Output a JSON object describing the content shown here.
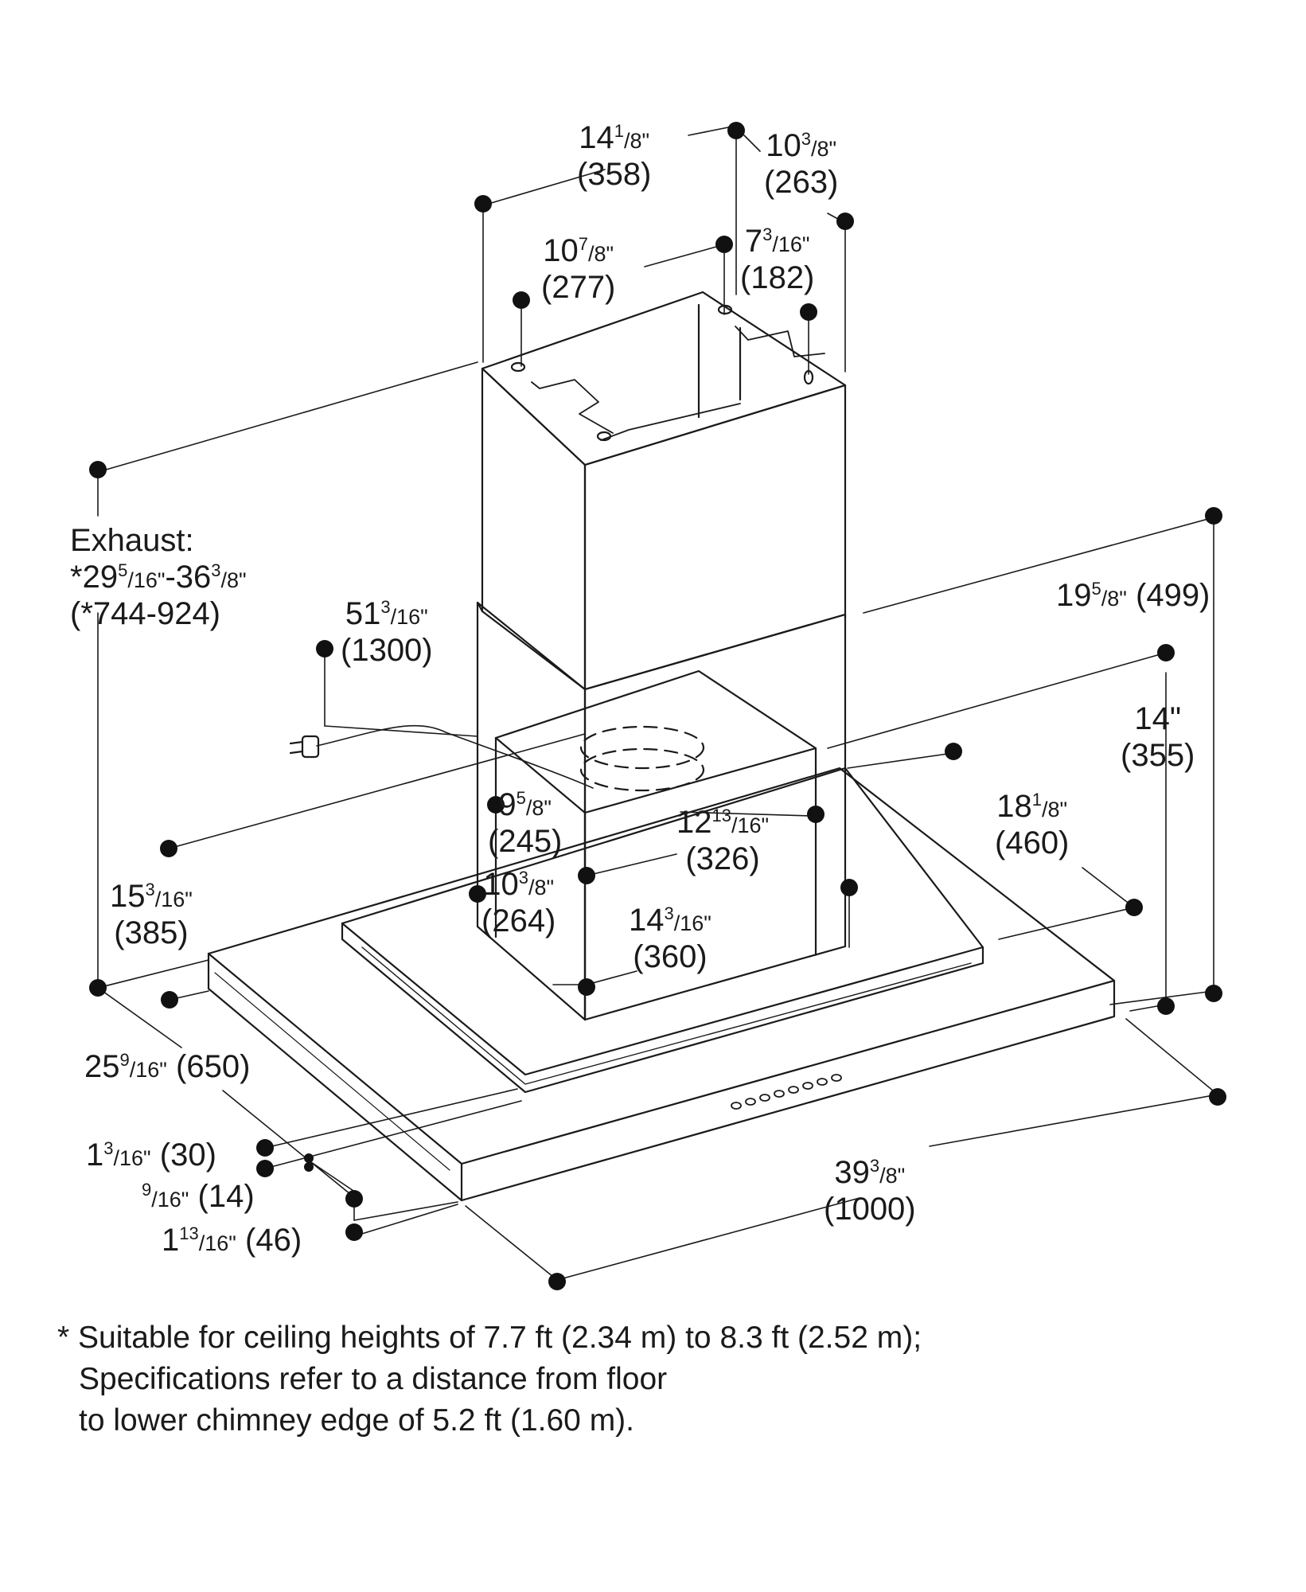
{
  "dimensions": {
    "chimney_width_top": {
      "imperial_whole": "14",
      "imperial_num": "1",
      "imperial_den": "8\"",
      "metric": "(358)"
    },
    "chimney_depth_top": {
      "imperial_whole": "10",
      "imperial_num": "3",
      "imperial_den": "8\"",
      "metric": "(263)"
    },
    "bracket_width": {
      "imperial_whole": "10",
      "imperial_num": "7",
      "imperial_den": "8\"",
      "metric": "(277)"
    },
    "bracket_depth": {
      "imperial_whole": "7",
      "imperial_num": "3",
      "imperial_den": "16\"",
      "metric": "(182)"
    },
    "exhaust_label": "Exhaust:",
    "exhaust_range": {
      "prefix": "*29",
      "num1": "5",
      "den1": "16\"",
      "mid": "-36",
      "num2": "3",
      "den2": "8\"",
      "metric": "(*744-924)"
    },
    "total_height": {
      "imperial_whole": "51",
      "imperial_num": "3",
      "imperial_den": "16\"",
      "metric": "(1300)"
    },
    "canopy_depth_total": {
      "imperial_whole": "19",
      "imperial_num": "5",
      "imperial_den": "8\"",
      "metric": "(499)"
    },
    "canopy_height": {
      "imperial": "14\"",
      "metric": "(355)"
    },
    "outlet_offset": {
      "imperial_whole": "9",
      "imperial_num": "5",
      "imperial_den": "8\"",
      "metric": "(245)"
    },
    "motor_width": {
      "imperial_whole": "12",
      "imperial_num": "13",
      "imperial_den": "16\"",
      "metric": "(326)"
    },
    "motor_side": {
      "imperial_whole": "18",
      "imperial_num": "1",
      "imperial_den": "8\"",
      "metric": "(460)"
    },
    "chimney_lower_depth": {
      "imperial_whole": "10",
      "imperial_num": "3",
      "imperial_den": "8\"",
      "metric": "(264)"
    },
    "chimney_lower_width": {
      "imperial_whole": "14",
      "imperial_num": "3",
      "imperial_den": "16\"",
      "metric": "(360)"
    },
    "left_offset": {
      "imperial_whole": "15",
      "imperial_num": "3",
      "imperial_den": "16\"",
      "metric": "(385)"
    },
    "hood_depth": {
      "imperial_whole": "25",
      "imperial_num": "9",
      "imperial_den": "16\"",
      "metric": "(650)"
    },
    "panel_thickness": {
      "imperial_whole": "1",
      "imperial_num": "3",
      "imperial_den": "16\"",
      "metric": "(30)"
    },
    "edge_thickness": {
      "imperial_whole": "",
      "imperial_num": "9",
      "imperial_den": "16\"",
      "metric": "(14)"
    },
    "canopy_thickness": {
      "imperial_whole": "1",
      "imperial_num": "13",
      "imperial_den": "16\"",
      "metric": "(46)"
    },
    "hood_width": {
      "imperial_whole": "39",
      "imperial_num": "3",
      "imperial_den": "8\"",
      "metric": "(1000)"
    }
  },
  "footnote": [
    "* Suitable for ceiling heights of 7.7 ft (2.34 m) to 8.3 ft (2.52 m);",
    "Specifications refer to a distance from floor",
    "to lower chimney edge of 5.2 ft (1.60 m)."
  ],
  "colors": {
    "line": "#1a1a1a",
    "background": "#ffffff"
  }
}
